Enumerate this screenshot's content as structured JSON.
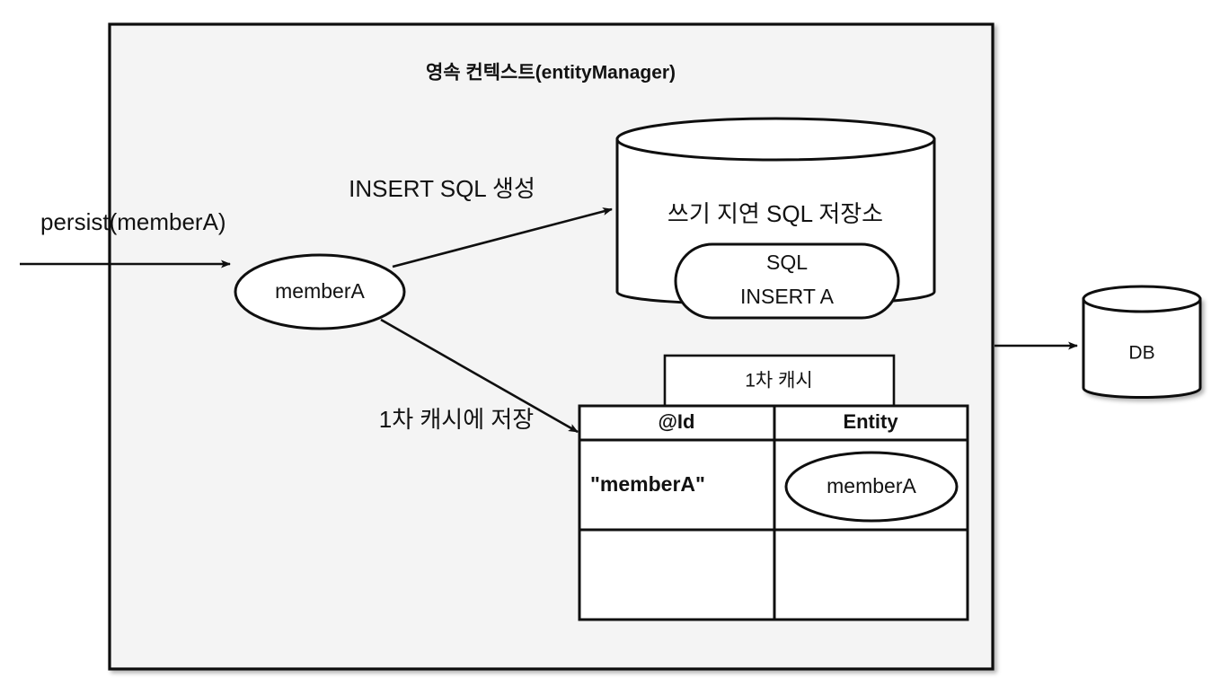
{
  "diagram": {
    "title": "영속 컨텍스트(entityManager)",
    "background_color": "#ffffff",
    "panel_color": "#f4f4f4",
    "stroke_color": "#0f0f0f"
  },
  "inputs": {
    "persist_label": "persist(memberA)"
  },
  "entity": {
    "member_node_label": "memberA"
  },
  "edges": {
    "insert_sql_label": "INSERT SQL 생성",
    "first_cache_label": "1차 캐시에 저장"
  },
  "sql_store": {
    "title": "쓰기 지연 SQL 저장소",
    "item_line1": "SQL",
    "item_line2": "INSERT A"
  },
  "cache": {
    "tab_label": "1차 캐시",
    "columns": [
      "@Id",
      "Entity"
    ],
    "rows": [
      {
        "id": "\"memberA\"",
        "entity": "memberA"
      },
      {
        "id": "",
        "entity": ""
      }
    ]
  },
  "database": {
    "label": "DB"
  },
  "icons": {
    "cylinder": "cylinder-icon",
    "ellipse": "ellipse-icon",
    "arrow": "arrow-icon"
  }
}
